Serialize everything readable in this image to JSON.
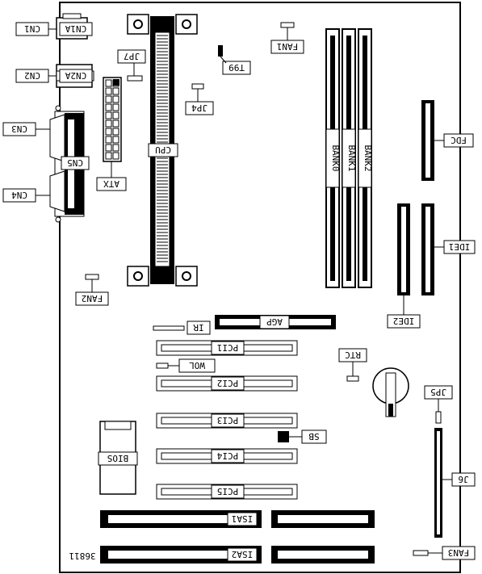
{
  "labels": {
    "cn1": "CN1",
    "cn1a": "CN1A",
    "cn2": "CN2",
    "cn2a": "CN2A",
    "cn3": "CN3",
    "cn4": "CN4",
    "cn5": "CN5",
    "atx": "ATX",
    "jp7": "JP7",
    "cpu": "CPU",
    "jp4": "JP4",
    "t99": "T99",
    "fan1": "FAN1",
    "fan2": "FAN2",
    "fan3": "FAN3",
    "bank0": "BANK0",
    "bank1": "BANK1",
    "bank2": "BANK2",
    "fdc": "FDC",
    "ide1": "IDE1",
    "ide2": "IDE2",
    "agp": "AGP",
    "ir": "IR",
    "pci1": "PCI1",
    "wol": "WOL",
    "pci2": "PCI2",
    "rtc": "RTC",
    "pci3": "PCI3",
    "sb": "SB",
    "jp5": "JP5",
    "bios": "BIOS",
    "pci4": "PCI4",
    "j6": "J6",
    "pci5": "PCI5",
    "isa1": "ISA1",
    "isa2": "ISA2",
    "board_id": "36811"
  }
}
